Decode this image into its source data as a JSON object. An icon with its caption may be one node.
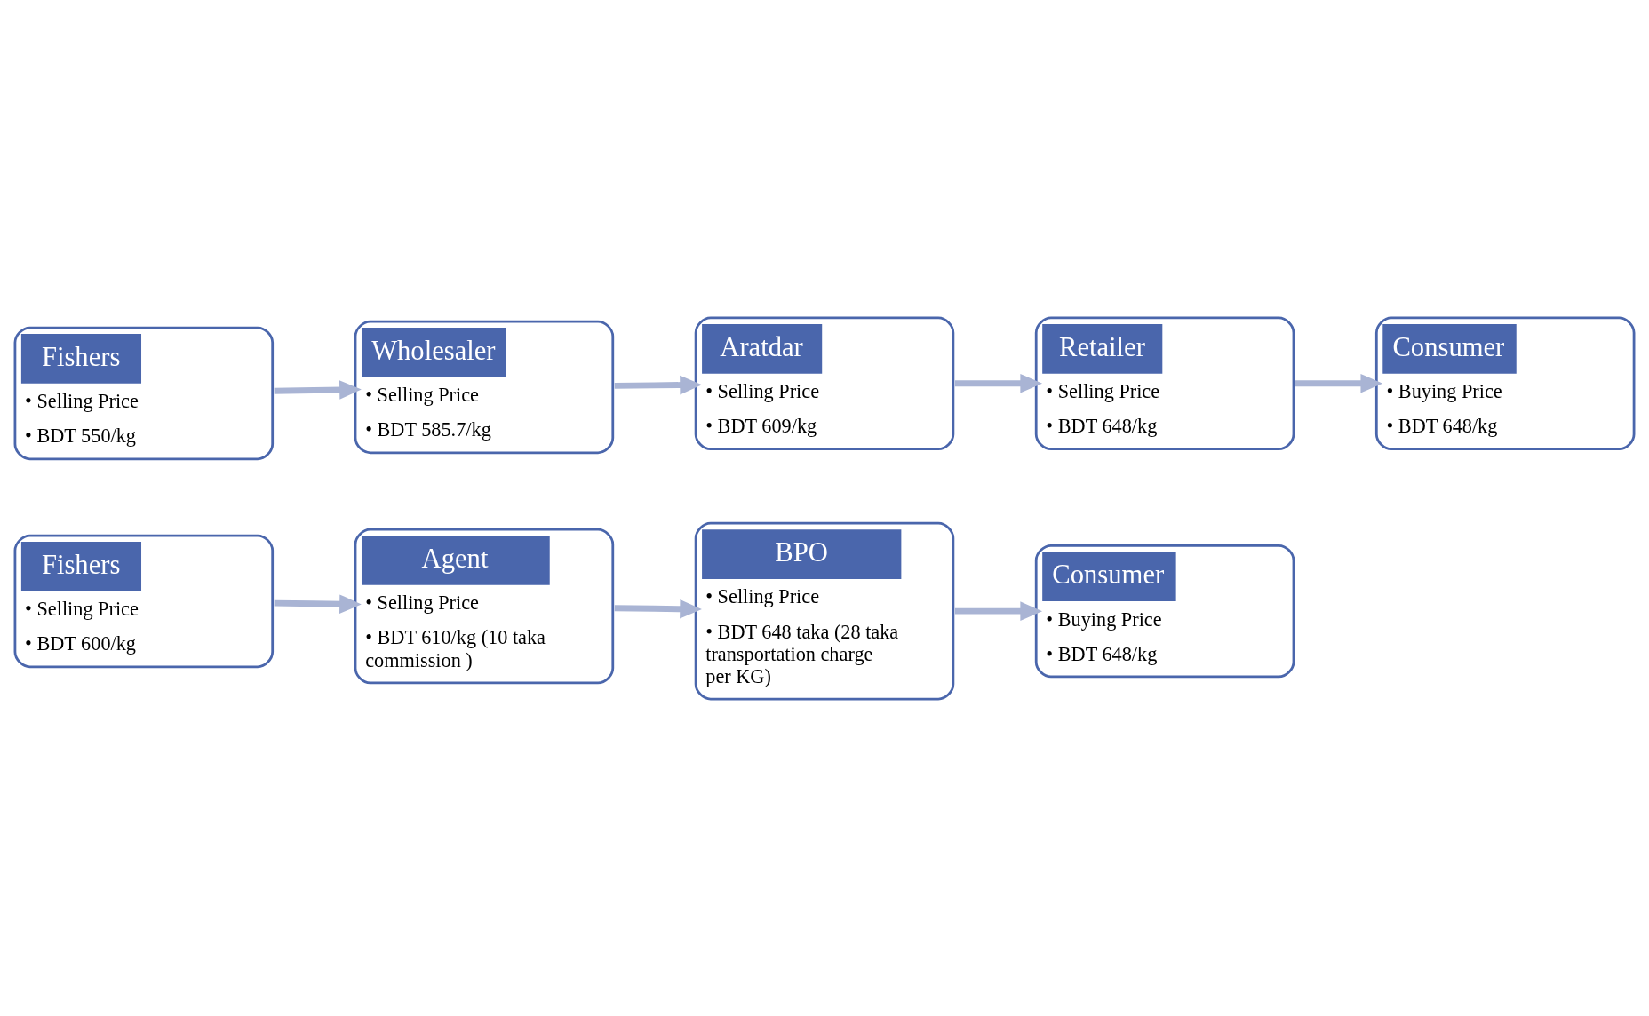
{
  "diagram": {
    "nodes": [
      {
        "text": [
          "Fishers",
          "• Selling Price",
          "• BDT 550/kg"
        ]
      },
      {
        "text": [
          "Wholesaler",
          "• Selling Price",
          "• BDT 585.7/kg"
        ]
      },
      {
        "text": [
          "Aratdar",
          "• Selling Price",
          "• BDT 609/kg"
        ]
      },
      {
        "text": [
          "Retailer",
          "• Selling Price",
          "• BDT 648/kg"
        ]
      },
      {
        "text": [
          "Consumer",
          "• Buying Price",
          "• BDT 648/kg"
        ]
      },
      {
        "text": [
          "Fishers",
          "• Selling Price",
          "• BDT 600/kg"
        ]
      },
      {
        "text": [
          "Agent",
          "• Selling Price",
          "• BDT 610/kg (10 taka commission )"
        ]
      },
      {
        "text": [
          "BPO",
          "• Selling Price",
          "• BDT 648 taka (28 taka transportation charge per KG)"
        ]
      },
      {
        "text": [
          "Consumer",
          "• Buying Price",
          "• BDT 648/kg"
        ]
      }
    ],
    "edges": [
      {
        "from": 0,
        "to": 1,
        "arrow": "to"
      },
      {
        "from": 1,
        "to": 2,
        "arrow": "to"
      },
      {
        "from": 2,
        "to": 3,
        "arrow": "to"
      },
      {
        "from": 3,
        "to": 4,
        "arrow": "to"
      },
      {
        "from": 5,
        "to": 6,
        "arrow": "to"
      },
      {
        "from": 6,
        "to": 7,
        "arrow": "to"
      },
      {
        "from": 7,
        "to": 8,
        "arrow": "to"
      }
    ]
  }
}
